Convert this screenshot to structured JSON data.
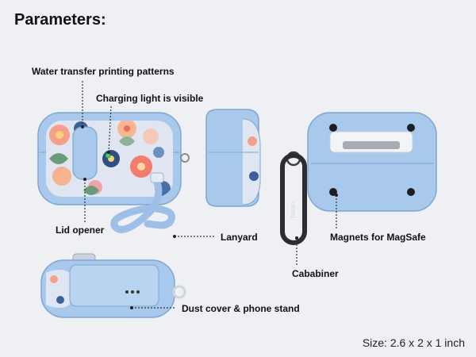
{
  "title": "Parameters:",
  "labels": {
    "water_transfer": "Water transfer printing patterns",
    "charging_light": "Charging light is visible",
    "lid_opener": "Lid opener",
    "lanyard": "Lanyard",
    "magnets": "Magnets for MagSafe",
    "carabiner": "Cababiner",
    "dust_cover": "Dust cover & phone stand"
  },
  "carabiner_brand": "TATOFY",
  "size": "Size: 2.6 x 2 x 1 inch",
  "colors": {
    "case_blue": "#a9c9ec",
    "case_blue_dark": "#7fa6d2",
    "carabiner": "#2b2d33",
    "background": "#eef0f3"
  }
}
